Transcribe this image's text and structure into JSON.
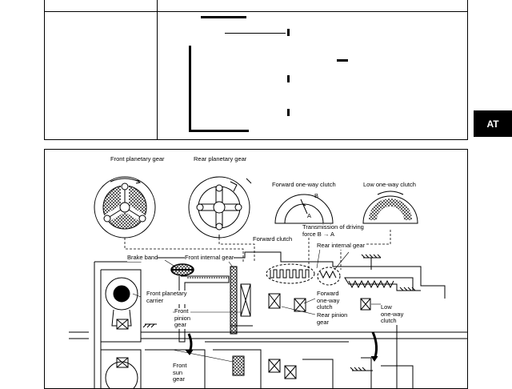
{
  "side_tab": {
    "label": "AT"
  },
  "diagram": {
    "labels": {
      "front_planetary_gear": "Front planetary gear",
      "rear_planetary_gear": "Rear planetary gear",
      "forward_one_way_clutch_top": "Forward one-way clutch",
      "low_one_way_clutch_top": "Low one-way clutch",
      "transmission_driving_force": "Transmission of driving\nforce B → A",
      "forward_clutch": "Forward clutch",
      "brake_band": "Brake band",
      "front_internal_gear": "Front internal gear",
      "rear_internal_gear": "Rear internal gear",
      "front_planetary_carrier": "Front planetary\ncarrier",
      "forward_one_way_clutch": "Forward\none-way\nclutch",
      "low_one_way_clutch": "Low\none-way\nclutch",
      "front_pinion_gear": "Front\npinion\ngear",
      "rear_pinion_gear": "Rear pinion\ngear",
      "front_sun_gear": "Front\nsun\ngear",
      "letter_b": "B",
      "letter_a": "A"
    }
  }
}
